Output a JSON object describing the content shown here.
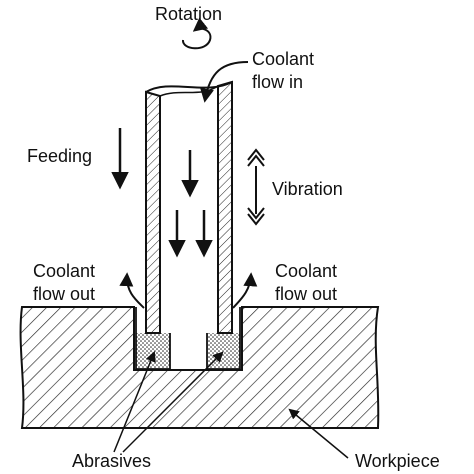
{
  "labels": {
    "rotation": "Rotation",
    "coolant_in_line1": "Coolant",
    "coolant_in_line2": "flow in",
    "feeding": "Feeding",
    "vibration": "Vibration",
    "coolant_out_left_line1": "Coolant",
    "coolant_out_left_line2": "flow out",
    "coolant_out_right_line1": "Coolant",
    "coolant_out_right_line2": "flow out",
    "abrasives": "Abrasives",
    "workpiece": "Workpiece"
  },
  "colors": {
    "ink": "#111111",
    "background": "#ffffff",
    "hatch": "#222222"
  }
}
